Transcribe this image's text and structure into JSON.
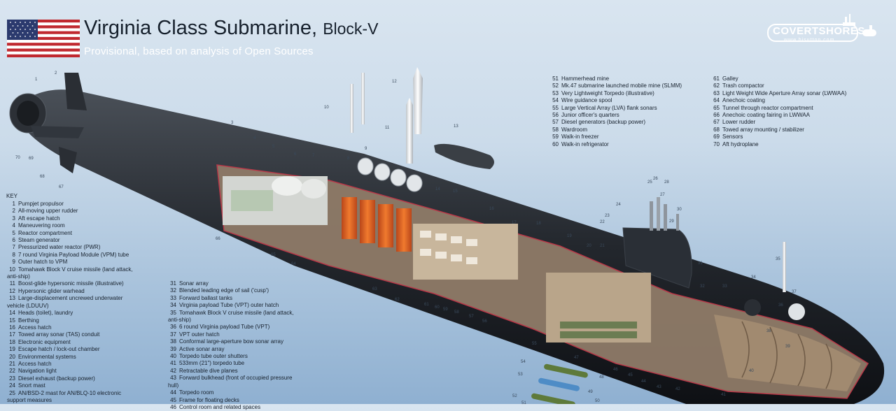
{
  "header": {
    "title": "Virginia Class Submarine,",
    "title_block": "Block-V",
    "subtitle": "Provisional, based on analysis of Open Sources"
  },
  "logo": {
    "text": "COVERTSHORES",
    "url": "www.hisutton.com"
  },
  "colors": {
    "background_top": "#d9e5f0",
    "background_bottom": "#8fb0d1",
    "hull": "#23272d",
    "cutaway_outline": "#c0394a",
    "missile_tubes": "#e0641f",
    "interior": "#c9b59a"
  },
  "key_title": "KEY",
  "key_col1": [
    {
      "num": "1",
      "label": "Pumpjet propulsor"
    },
    {
      "num": "2",
      "label": "All-moving upper rudder"
    },
    {
      "num": "3",
      "label": "Aft escape hatch"
    },
    {
      "num": "4",
      "label": "Maneuvering room"
    },
    {
      "num": "5",
      "label": "Reactor compartment"
    },
    {
      "num": "6",
      "label": "Steam generator"
    },
    {
      "num": "7",
      "label": "Pressurized water reactor (PWR)"
    },
    {
      "num": "8",
      "label": "7 round Virginia Payload Module (VPM) tube"
    },
    {
      "num": "9",
      "label": "Outer hatch to VPM"
    },
    {
      "num": "10",
      "label": "Tomahawk Block V cruise missile (land attack, anti-ship)"
    },
    {
      "num": "11",
      "label": "Boost-glide hypersonic missile (illustrative)"
    },
    {
      "num": "12",
      "label": "Hypersonic glider warhead"
    },
    {
      "num": "13",
      "label": "Large-displacement uncrewed underwater vehicle (LDUUV)"
    },
    {
      "num": "14",
      "label": "Heads (toilet), laundry"
    },
    {
      "num": "15",
      "label": "Berthing"
    },
    {
      "num": "16",
      "label": "Access hatch"
    },
    {
      "num": "17",
      "label": "Towed array sonar (TAS) conduit"
    },
    {
      "num": "18",
      "label": "Electronic equipment"
    },
    {
      "num": "19",
      "label": "Escape hatch / lock-out chamber"
    },
    {
      "num": "20",
      "label": "Environmental systems"
    },
    {
      "num": "21",
      "label": "Access hatch"
    },
    {
      "num": "22",
      "label": "Navigation light"
    },
    {
      "num": "23",
      "label": "Diesel exhaust (backup power)"
    },
    {
      "num": "24",
      "label": "Snort mast"
    },
    {
      "num": "25",
      "label": "AN/BSD-2 mast for AN/BLQ-10 electronic support measures"
    }
  ],
  "key_col2": [
    {
      "num": "31",
      "label": "Sonar array"
    },
    {
      "num": "32",
      "label": "Blended leading edge of sail ('cusp')"
    },
    {
      "num": "33",
      "label": "Forward ballast tanks"
    },
    {
      "num": "34",
      "label": "Virginia payload Tube (VPT) outer hatch"
    },
    {
      "num": "35",
      "label": "Tomahawk Block V cruise missile (land attack, anti-ship)"
    },
    {
      "num": "36",
      "label": "6 round Virginia payload Tube (VPT)"
    },
    {
      "num": "37",
      "label": "VPT outer hatch"
    },
    {
      "num": "38",
      "label": "Conformal large-aperture bow sonar array"
    },
    {
      "num": "39",
      "label": "Active sonar array"
    },
    {
      "num": "40",
      "label": "Torpedo tube outer shutters"
    },
    {
      "num": "41",
      "label": "533mm (21\") torpedo tube"
    },
    {
      "num": "42",
      "label": "Retractable dive planes"
    },
    {
      "num": "43",
      "label": "Forward bulkhead (front of occupied pressure hull)"
    },
    {
      "num": "44",
      "label": "Torpedo room"
    },
    {
      "num": "45",
      "label": "Frame for floating decks"
    },
    {
      "num": "46",
      "label": "Control room and related spaces"
    }
  ],
  "key_col3": [
    {
      "num": "51",
      "label": "Hammerhead mine"
    },
    {
      "num": "52",
      "label": "Mk.47 submarine launched mobile mine (SLMM)"
    },
    {
      "num": "53",
      "label": "Very Lightweight Torpedo (illustrative)"
    },
    {
      "num": "54",
      "label": "Wire guidance spool"
    },
    {
      "num": "55",
      "label": "Large Vertical Array (LVA) flank sonars"
    },
    {
      "num": "56",
      "label": "Junior officer's quarters"
    },
    {
      "num": "57",
      "label": "Diesel generators (backup power)"
    },
    {
      "num": "58",
      "label": "Wardroom"
    },
    {
      "num": "59",
      "label": "Walk-in freezer"
    },
    {
      "num": "60",
      "label": "Walk-in refrigerator"
    }
  ],
  "key_col4": [
    {
      "num": "61",
      "label": "Galley"
    },
    {
      "num": "62",
      "label": "Trash compactor"
    },
    {
      "num": "63",
      "label": "Light Weight Wide Aperture Array sonar (LWWAA)"
    },
    {
      "num": "64",
      "label": "Anechoic coating"
    },
    {
      "num": "65",
      "label": "Tunnel through reactor compartment"
    },
    {
      "num": "66",
      "label": "Anechoic coating fairing in LWWAA"
    },
    {
      "num": "67",
      "label": "Lower rudder"
    },
    {
      "num": "68",
      "label": "Towed array mounting / stabilizer"
    },
    {
      "num": "69",
      "label": "Sensors"
    },
    {
      "num": "70",
      "label": "Aft hydroplane"
    }
  ],
  "callouts": [
    "1",
    "2",
    "3",
    "4",
    "5",
    "6",
    "7",
    "8",
    "9",
    "10",
    "11",
    "12",
    "13",
    "14",
    "15",
    "16",
    "17",
    "18",
    "19",
    "20",
    "21",
    "22",
    "23",
    "24",
    "25",
    "26",
    "27",
    "28",
    "29",
    "30",
    "31",
    "32",
    "33",
    "34",
    "35",
    "36",
    "37",
    "38",
    "39",
    "40",
    "41",
    "42",
    "43",
    "44",
    "45",
    "46",
    "47",
    "48",
    "49",
    "50",
    "51",
    "52",
    "53",
    "54",
    "55",
    "56",
    "57",
    "58",
    "59",
    "60",
    "61",
    "62",
    "63",
    "64",
    "65",
    "66",
    "67",
    "68",
    "69",
    "70"
  ]
}
